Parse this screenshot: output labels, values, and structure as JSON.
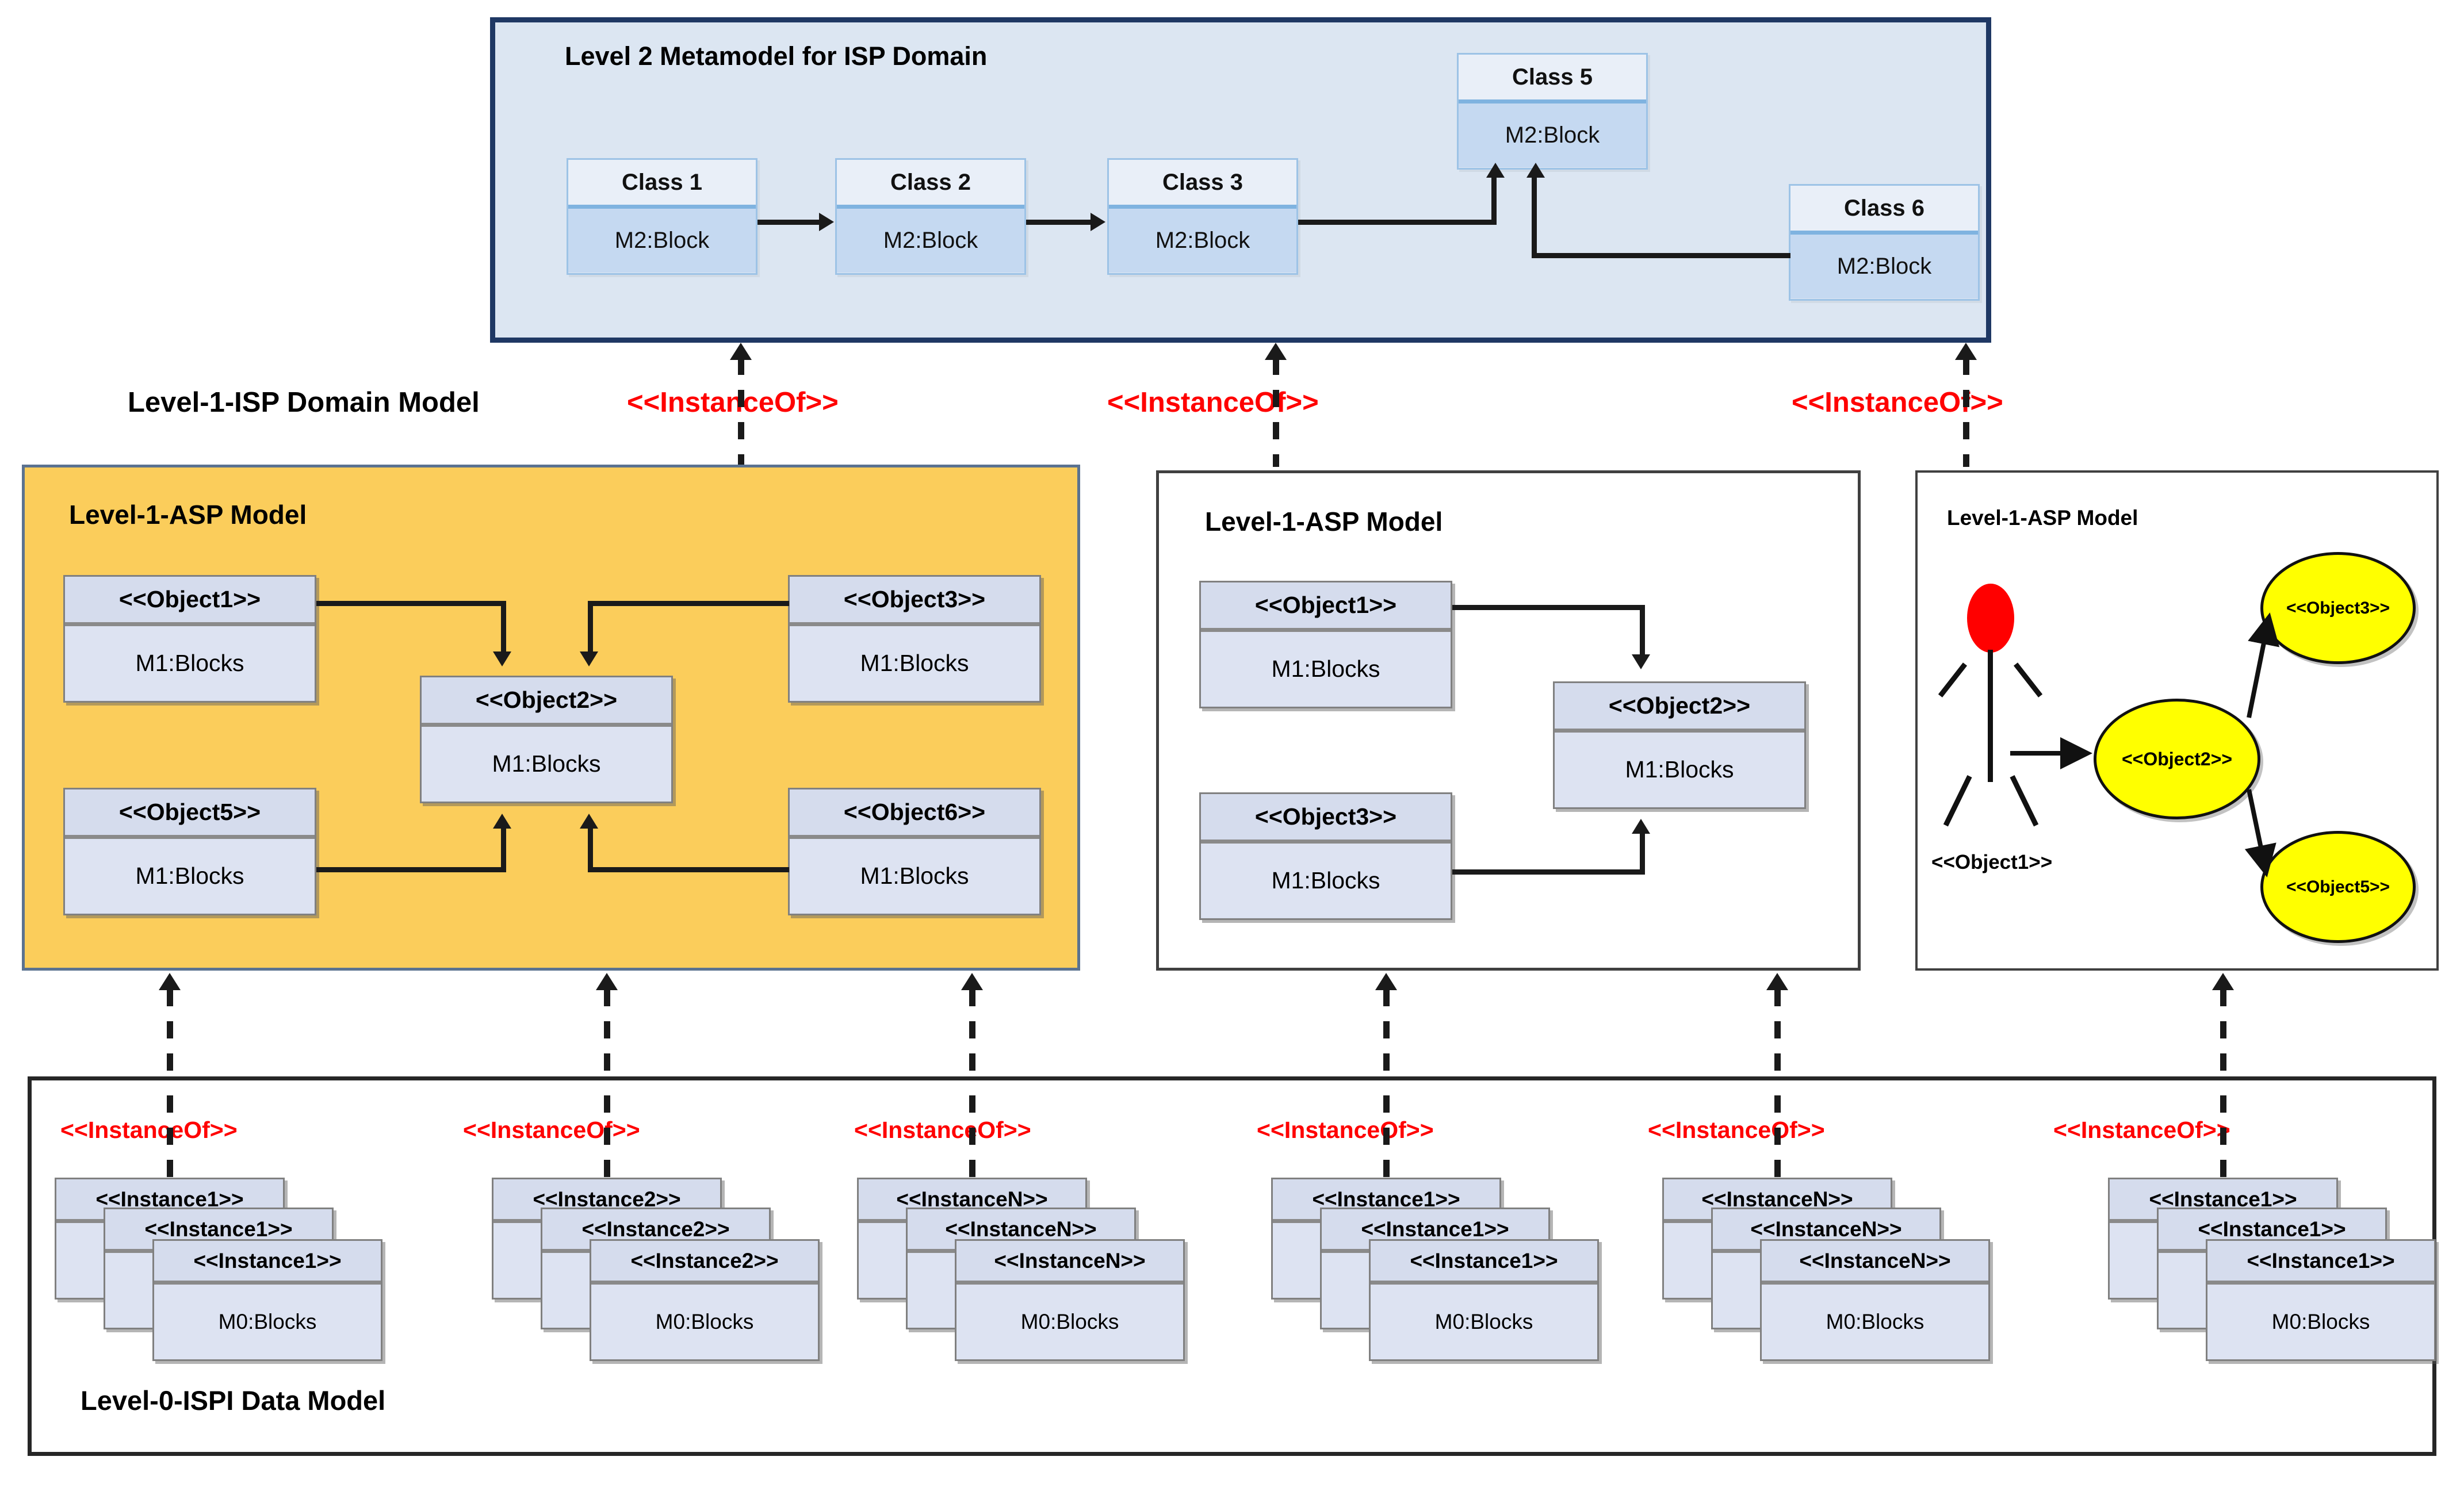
{
  "level2": {
    "title": "Level 2 Metamodel for ISP Domain",
    "classes": [
      {
        "name": "Class 1",
        "body": "M2:Block"
      },
      {
        "name": "Class 2",
        "body": "M2:Block"
      },
      {
        "name": "Class 3",
        "body": "M2:Block"
      },
      {
        "name": "Class 5",
        "body": "M2:Block"
      },
      {
        "name": "Class 6",
        "body": "M2:Block"
      }
    ]
  },
  "level1": {
    "domain_label": "Level-1-ISP Domain Model",
    "instance_of_labels": [
      "<<InstanceOf>>",
      "<<InstanceOf>>",
      "<<InstanceOf>>"
    ],
    "asp_orange": {
      "title": "Level-1-ASP Model",
      "objects": [
        {
          "name": "<<Object1>>",
          "body": "M1:Blocks"
        },
        {
          "name": "<<Object3>>",
          "body": "M1:Blocks"
        },
        {
          "name": "<<Object2>>",
          "body": "M1:Blocks"
        },
        {
          "name": "<<Object5>>",
          "body": "M1:Blocks"
        },
        {
          "name": "<<Object6>>",
          "body": "M1:Blocks"
        }
      ]
    },
    "asp_white": {
      "title": "Level-1-ASP Model",
      "objects": [
        {
          "name": "<<Object1>>",
          "body": "M1:Blocks"
        },
        {
          "name": "<<Object3>>",
          "body": "M1:Blocks"
        },
        {
          "name": "<<Object2>>",
          "body": "M1:Blocks"
        }
      ]
    },
    "asp_usecase": {
      "title": "Level-1-ASP Model",
      "actor_label": "<<Object1>>",
      "usecases": [
        {
          "name": "<<Object2>>"
        },
        {
          "name": "<<Object3>>"
        },
        {
          "name": "<<Object5>>"
        }
      ]
    }
  },
  "level0": {
    "title": "Level-0-ISPI Data Model",
    "instance_of_labels": [
      "<<InstanceOf>>",
      "<<InstanceOf>>",
      "<<InstanceOf>>",
      "<<InstanceOf>>",
      "<<InstanceOf>>",
      "<<InstanceOf>>"
    ],
    "stacks": [
      {
        "name": "<<Instance1>>",
        "body": "M0:Blocks"
      },
      {
        "name": "<<Instance2>>",
        "body": "M0:Blocks"
      },
      {
        "name": "<<InstanceN>>",
        "body": "M0:Blocks"
      },
      {
        "name": "<<Instance1>>",
        "body": "M0:Blocks"
      },
      {
        "name": "<<InstanceN>>",
        "body": "M0:Blocks"
      },
      {
        "name": "<<Instance1>>",
        "body": "M0:Blocks"
      }
    ]
  },
  "colors": {
    "metamodel_fill": "#dce6f2",
    "metamodel_border": "#1f3864",
    "asp_orange_fill": "#fbcd5b",
    "instance_of_red": "#ff0000",
    "usecase_yellow": "#ffff00",
    "actor_red": "#ff0000",
    "uml_box_fill": "#d5dced"
  }
}
